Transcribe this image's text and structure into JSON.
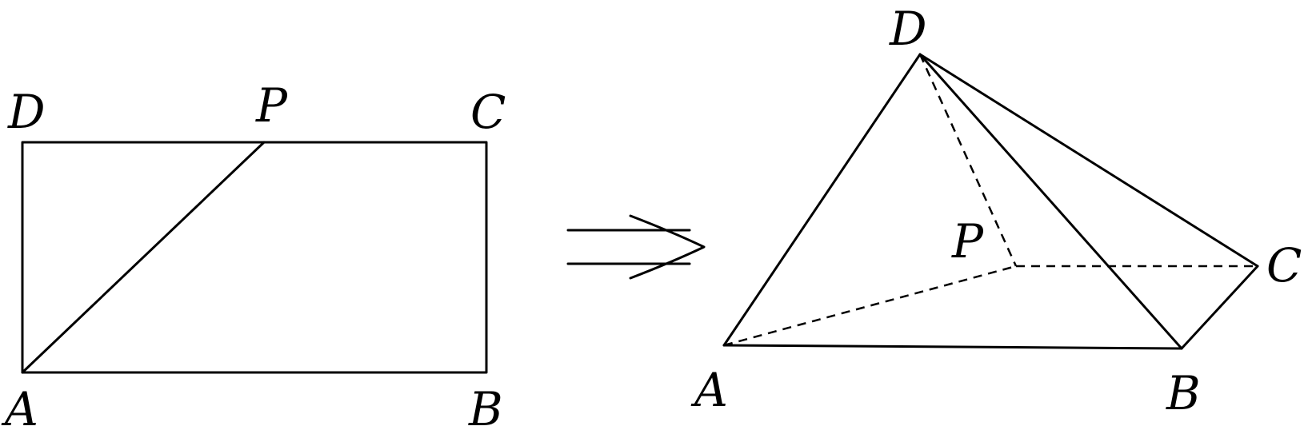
{
  "left_figure": {
    "labels": {
      "D": "D",
      "P": "P",
      "C": "C",
      "A": "A",
      "B": "B"
    }
  },
  "transform_arrow": {
    "icon": "double-arrow-right-icon"
  },
  "right_figure": {
    "labels": {
      "D": "D",
      "P": "P",
      "C": "C",
      "A": "A",
      "B": "B"
    }
  }
}
